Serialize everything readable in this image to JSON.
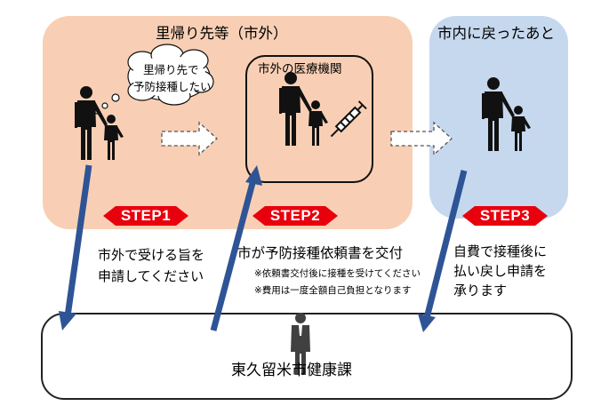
{
  "diagram": {
    "panels": {
      "away": {
        "title": "里帰り先等（市外）",
        "color": "#f8cfb5"
      },
      "return": {
        "title": "市内に戻ったあと",
        "color": "#c6d8ee"
      }
    },
    "thought_bubble": {
      "lines": [
        "里帰り先で",
        "予防接種したい"
      ]
    },
    "clinic": {
      "title": "市外の医療機関"
    },
    "steps": [
      {
        "label": "STEP1",
        "lines": [
          "市外で受ける旨を",
          "申請してください"
        ]
      },
      {
        "label": "STEP2",
        "lines": [
          "市が予防接種依頼書を交付"
        ],
        "notes": [
          "※依頼書交付後に接種を受けてください",
          "※費用は一度全額自己負担となります"
        ]
      },
      {
        "label": "STEP3",
        "lines": [
          "自費で接種後に",
          "払い戻し申請を",
          "承ります"
        ]
      }
    ],
    "office": {
      "name": "東久留米市健康課"
    },
    "colors": {
      "step_badge": "#e8000d",
      "arrow_blue": "#2f5496",
      "figure": "#111111",
      "officer": "#404040"
    },
    "icons": [
      "parent-child-icon",
      "syringe-icon",
      "officer-icon",
      "thought-bubble-icon",
      "dashed-arrow-icon"
    ]
  }
}
